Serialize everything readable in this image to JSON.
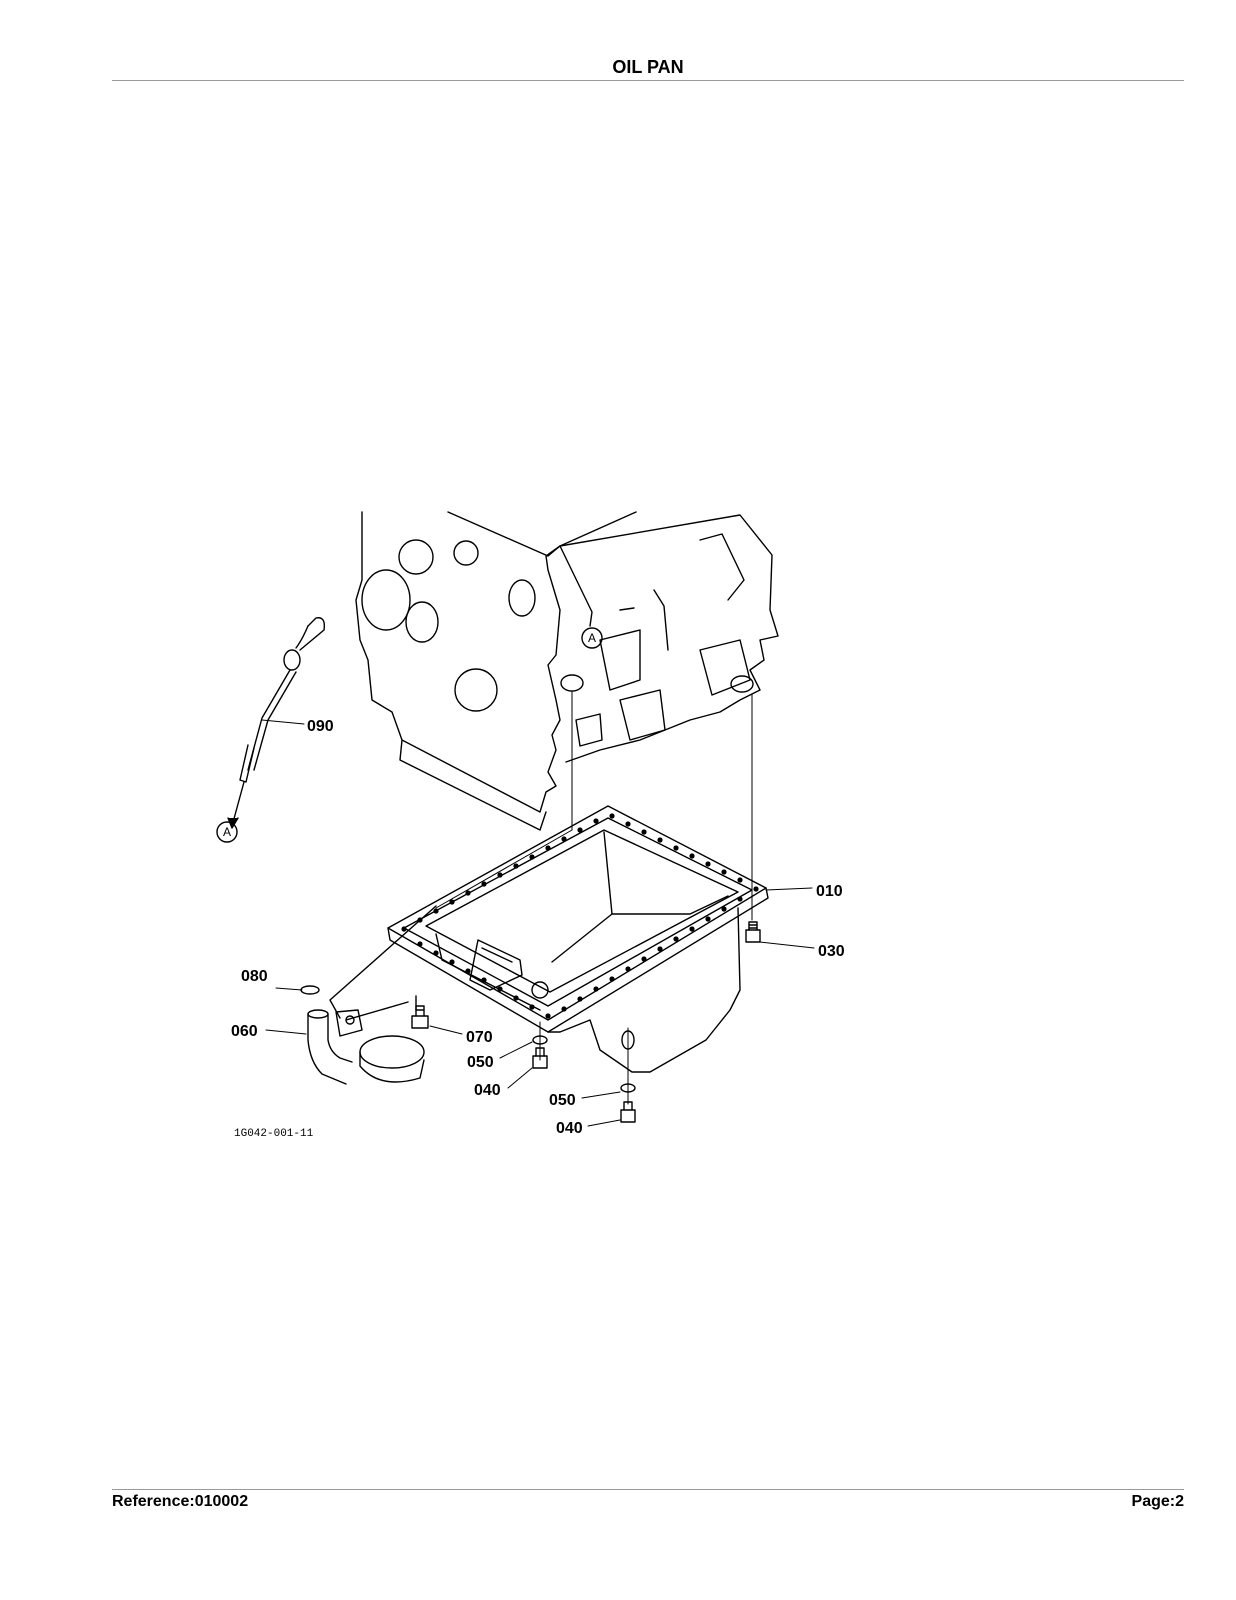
{
  "header": {
    "title": "OIL PAN"
  },
  "diagram": {
    "callouts": [
      {
        "id": "090",
        "label": "090"
      },
      {
        "id": "010",
        "label": "010"
      },
      {
        "id": "030",
        "label": "030"
      },
      {
        "id": "080",
        "label": "080"
      },
      {
        "id": "060",
        "label": "060"
      },
      {
        "id": "070",
        "label": "070"
      },
      {
        "id": "050a",
        "label": "050"
      },
      {
        "id": "040a",
        "label": "040"
      },
      {
        "id": "050b",
        "label": "050"
      },
      {
        "id": "040b",
        "label": "040"
      }
    ],
    "reference_marks": [
      "A",
      "A"
    ],
    "figure_code": "1G042-001-11"
  },
  "footer": {
    "reference": "Reference:010002",
    "page": "Page:2"
  }
}
